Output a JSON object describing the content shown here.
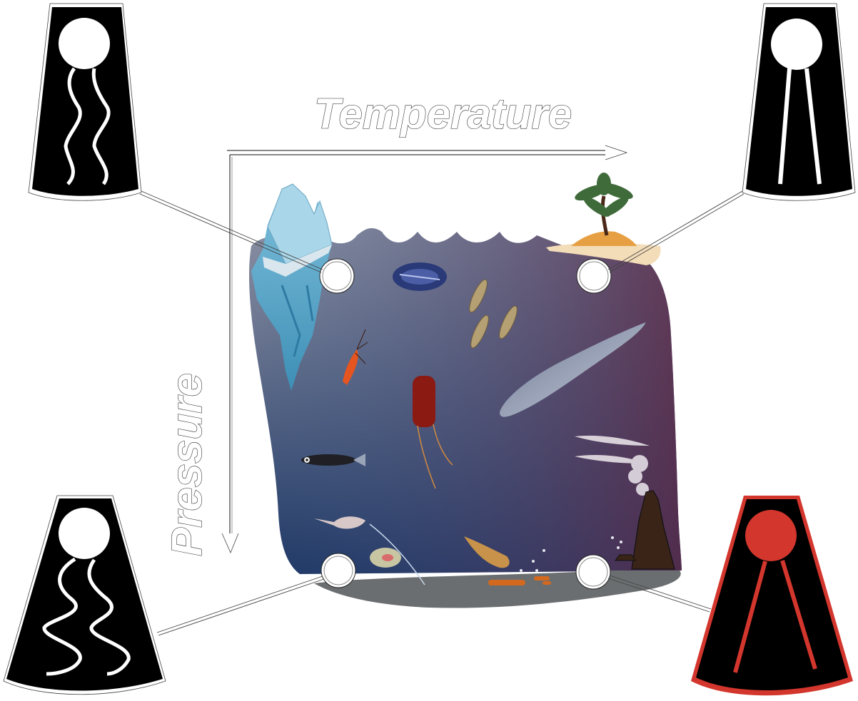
{
  "axes": {
    "x_label": "Temperature",
    "y_label": "Pressure",
    "x_direction": "increasing-right",
    "y_direction": "increasing-down"
  },
  "scene": {
    "surface_left": "iceberg",
    "surface_right": "tropical-island",
    "seafloor_right": "hydrothermal-vent",
    "gradient_colors": {
      "top_left": "#8a93a8",
      "top_right": "#8c6f76",
      "bottom_left": "#1e3a66",
      "bottom_right": "#4a2540"
    },
    "seafloor_color": "#6b6e70",
    "organisms": [
      "comb-jelly",
      "krill",
      "sardines",
      "whale",
      "ctenophore-red",
      "lanternfish",
      "deep-sea-snailfish-shrimp",
      "jellyfish-larvae",
      "snailfish"
    ]
  },
  "membrane_icons": [
    {
      "position": "top-left",
      "condition": "cold-low-pressure",
      "tails": "wavy",
      "color": "#ffffff",
      "outline": "#000000"
    },
    {
      "position": "top-right",
      "condition": "warm-low-pressure",
      "tails": "straight",
      "color": "#ffffff",
      "outline": "#000000"
    },
    {
      "position": "bottom-left",
      "condition": "cold-high-pressure",
      "tails": "very-wavy",
      "color": "#ffffff",
      "outline": "#000000"
    },
    {
      "position": "bottom-right",
      "condition": "hot-high-pressure",
      "tails": "straight-splayed",
      "color": "#d3362d",
      "outline": "#d3362d"
    }
  ],
  "colors": {
    "accent_red": "#d3362d",
    "icon_bg": "#000000"
  }
}
